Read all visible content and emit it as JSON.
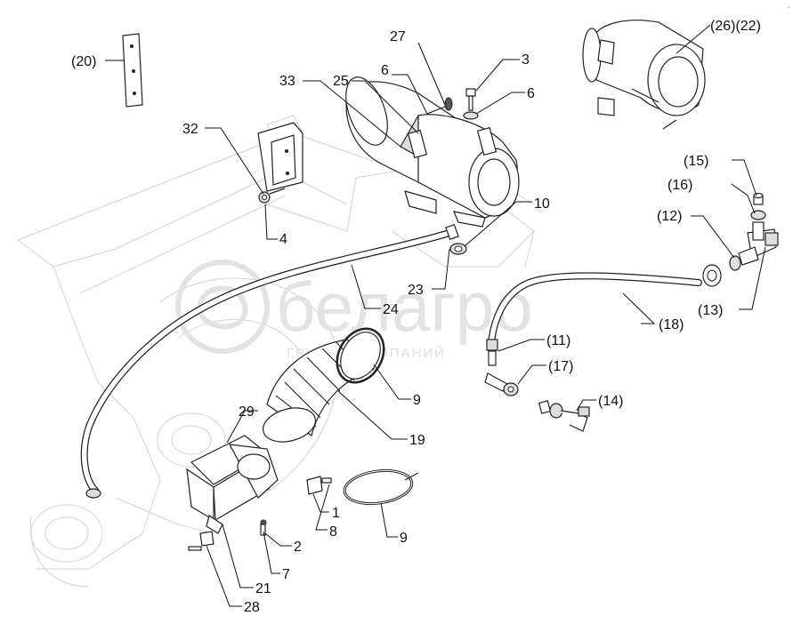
{
  "watermark": {
    "brand": "белагро",
    "tagline": "ГРУППА КОМПАНИЙ"
  },
  "labels": {
    "l20": "(20)",
    "l27": "27",
    "l3": "3",
    "l33": "33",
    "l25": "25",
    "l6a": "6",
    "l6b": "6",
    "l32": "32",
    "l4": "4",
    "l10": "10",
    "l26_22": "(26)(22)",
    "l15": "(15)",
    "l16": "(16)",
    "l12": "(12)",
    "l13": "(13)",
    "l18": "(18)",
    "l11": "(11)",
    "l17": "(17)",
    "l14": "(14)",
    "l23": "23",
    "l24": "24",
    "l9a": "9",
    "l19": "19",
    "l29": "29",
    "l1": "1",
    "l8": "8",
    "l9b": "9",
    "l2": "2",
    "l7": "7",
    "l21": "21",
    "l28": "28"
  }
}
